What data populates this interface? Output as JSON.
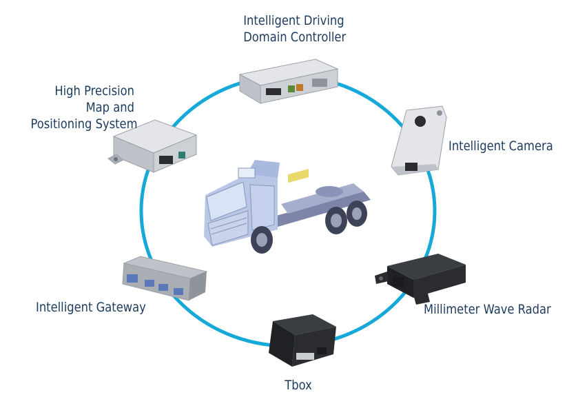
{
  "colors": {
    "ring": "#16a8d8",
    "label": "#1c3a5e",
    "metal_light": "#e3e5e8",
    "metal_mid": "#bfc3c9",
    "metal_dark": "#8e949c",
    "plastic_dark": "#2a2c30",
    "truck_cab": "#b9c7e6",
    "truck_frame": "#7d84a8"
  },
  "labels": {
    "domain_controller": [
      "Intelligent Driving",
      "Domain Controller"
    ],
    "positioning": [
      "High Precision",
      "Map and",
      "Positioning System"
    ],
    "camera": "Intelligent Camera",
    "radar": "Millimeter Wave Radar",
    "tbox": "Tbox",
    "gateway": "Intelligent Gateway"
  },
  "icons": {
    "center": "truck-illustration",
    "domain_controller": "ecu-box-icon",
    "positioning": "positioning-module-icon",
    "camera": "camera-module-icon",
    "radar": "radar-sensor-icon",
    "tbox": "tbox-module-icon",
    "gateway": "gateway-module-icon"
  }
}
